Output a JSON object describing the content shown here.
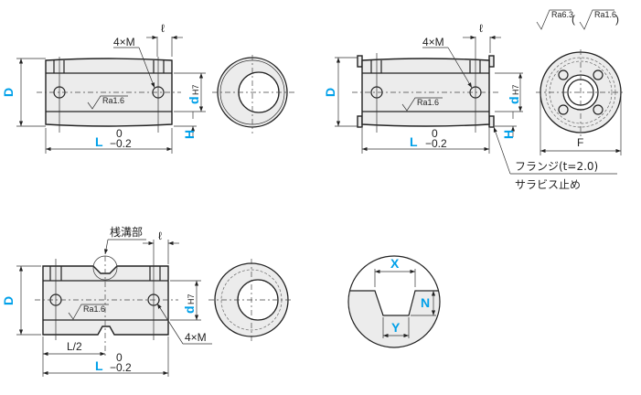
{
  "view1": {
    "thread_label": "4×M",
    "ell": "ℓ",
    "ra": "Ra1.6",
    "D": "D",
    "d": "d",
    "d_tol": "H7",
    "H": "H",
    "L": "L",
    "tol_upper": "0",
    "tol_lower": "−0.2"
  },
  "view2": {
    "thread_label": "4×M",
    "ell": "ℓ",
    "ra": "Ra1.6",
    "D": "D",
    "d": "d",
    "d_tol": "H7",
    "H": "H",
    "L": "L",
    "tol_upper": "0",
    "tol_lower": "−0.2",
    "F": "F",
    "flange": "フランジ(t=2.0)",
    "finish": "サラビス止め",
    "ra_general": "Ra6.3",
    "ra_paren": "Ra1.6",
    "paren_open": "(",
    "paren_close": ")"
  },
  "view3": {
    "groove_label": "桟溝部",
    "ell": "ℓ",
    "ra": "Ra1.6",
    "D": "D",
    "d": "d",
    "d_tol": "H7",
    "thread_label": "4×M",
    "half": "L/2",
    "L": "L",
    "tol_upper": "0",
    "tol_lower": "−0.2"
  },
  "detail": {
    "X": "X",
    "Y": "Y",
    "N": "N"
  }
}
